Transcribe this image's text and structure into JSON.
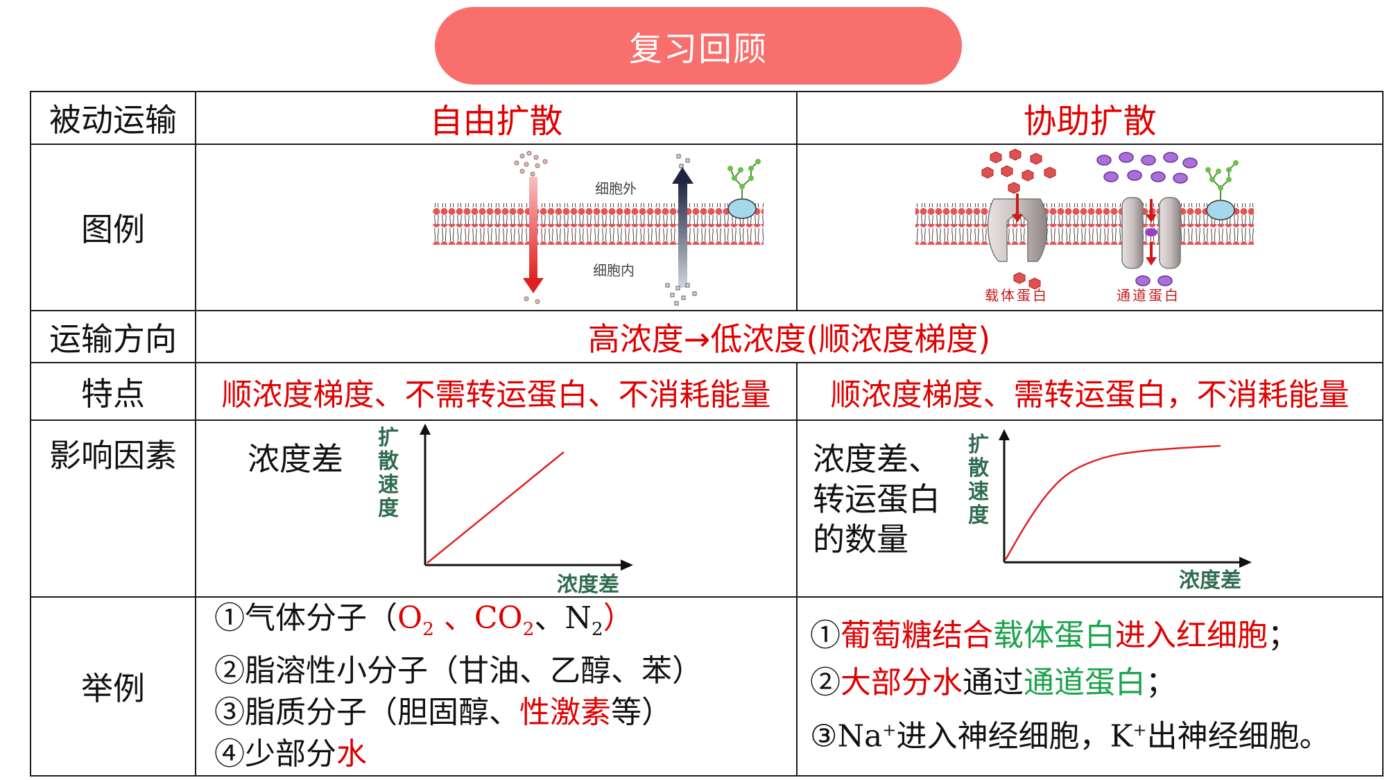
{
  "title": "复习回顾",
  "header": {
    "row_label": "被动运输",
    "col1": "自由扩散",
    "col2": "协助扩散"
  },
  "rows": {
    "legend": "图例",
    "direction": "运输方向",
    "features": "特点",
    "factors": "影响因素",
    "examples": "举例"
  },
  "diagram1": {
    "outside": "细胞外",
    "inside": "细胞内"
  },
  "diagram2": {
    "carrier": "载体蛋白",
    "channel": "通道蛋白"
  },
  "direction_text": "高浓度→低浓度(顺浓度梯度)",
  "features": {
    "col1": "顺浓度梯度、不需转运蛋白、不消耗能量",
    "col2": "顺浓度梯度、需转运蛋白，不消耗能量"
  },
  "factors": {
    "col1_label": "浓度差",
    "col2_line1": "浓度差、",
    "col2_line2": "转运蛋白",
    "col2_line3": "的数量",
    "y_label_chars": [
      "扩",
      "散",
      "速",
      "度"
    ],
    "x_label": "浓度差"
  },
  "chart_data": [
    {
      "type": "line",
      "title": "",
      "xlabel": "浓度差",
      "ylabel": "扩散速度",
      "series": [
        {
          "x": [
            0,
            1
          ],
          "y": [
            0,
            1
          ]
        }
      ],
      "ticks": false
    },
    {
      "type": "line",
      "title": "",
      "xlabel": "浓度差",
      "ylabel": "扩散速度",
      "series": [
        {
          "x": [
            0,
            0.1,
            0.2,
            0.3,
            0.45,
            0.6,
            0.8,
            1.0
          ],
          "y": [
            0,
            0.33,
            0.6,
            0.78,
            0.9,
            0.95,
            0.98,
            1.0
          ]
        }
      ],
      "ticks": false
    }
  ],
  "examples": {
    "col1": {
      "l1_a": "①气体分子（",
      "l1_o2": "O",
      "l1_o2_sub": "2",
      "l1_sep": " 、",
      "l1_co2": "CO",
      "l1_co2_sub": "2",
      "l1_b": "、N",
      "l1_n2_sub": "2",
      "l1_c": "）",
      "l2": "②脂溶性小分子（甘油、乙醇、苯）",
      "l3_a": "③脂质分子（胆固醇、",
      "l3_red": "性激素",
      "l3_b": "等）",
      "l4_a": "④少部分",
      "l4_red": "水"
    },
    "col2": {
      "l1_num": "①",
      "l1_red1": "葡萄糖结合",
      "l1_green": "载体蛋白",
      "l1_red2": "进入红细胞",
      "l1_end": "；",
      "l2_num": "②",
      "l2_red": "大部分水",
      "l2_mid": "通过",
      "l2_green": "通道蛋白",
      "l2_end": "；",
      "l3_a": "③Na",
      "l3_sup1": "+",
      "l3_b": "进入神经细胞，K",
      "l3_sup2": "+",
      "l3_c": "出神经细胞。"
    }
  },
  "colors": {
    "accent_pill": "#f86f6d",
    "red": "#e00000",
    "green": "#1aa34a",
    "axis_label": "#2f6b50"
  }
}
